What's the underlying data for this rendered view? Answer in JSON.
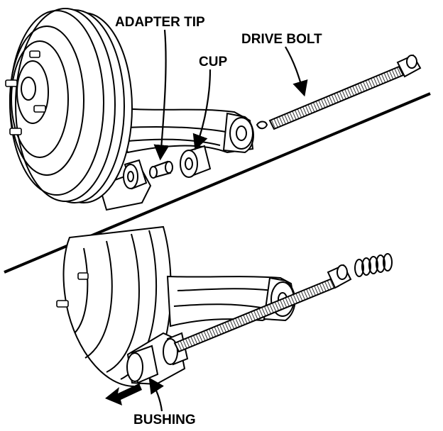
{
  "labels": {
    "adapter_tip": "ADAPTER TIP",
    "cup": "CUP",
    "drive_bolt": "DRIVE BOLT",
    "bushing": "BUSHING"
  },
  "colors": {
    "ink": "#000000",
    "paper": "#ffffff"
  }
}
